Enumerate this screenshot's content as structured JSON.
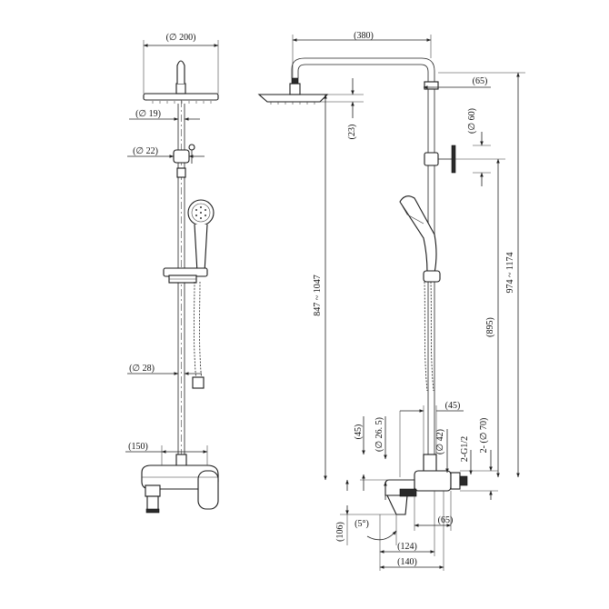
{
  "diagram": {
    "type": "technical-drawing",
    "subject": "shower column with rain head, hand shower and mixer",
    "front_view": {
      "head_diameter": "(∅ 200)",
      "arm_diameter": "(∅ 19)",
      "diverter_diameter": "(∅ 22)",
      "riser_diameter": "(∅ 28)",
      "mixer_center": "(150)"
    },
    "side_view": {
      "arm_reach": "(380)",
      "head_thickness": "(23)",
      "arm_offset": "(65)",
      "knob_diameter": "(∅ 60)",
      "height_range_top": "974 ~ 1174",
      "height_range_riser": "847 ~ 1047",
      "riser_height": "(895)",
      "spout_offset": "(45)",
      "pipe_45": "(45)",
      "pipe_diameter_265": "(∅ 26. 5)",
      "pipe_diameter_42": "(∅ 42)",
      "inlet_thread": "2-G1/2",
      "escutcheon_diameter": "2- (∅ 70)",
      "spout_height": "(106)",
      "spout_angle": "(5°)",
      "body_depth": "(65)",
      "spout_length": "(124)",
      "total_depth": "(140)"
    }
  }
}
